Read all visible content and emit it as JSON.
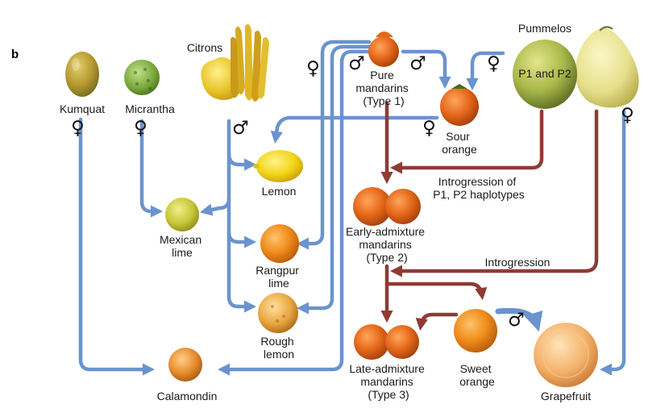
{
  "panel_letter": "b",
  "symbols": {
    "female": "♀",
    "male": "♂"
  },
  "colors": {
    "maternal_arrow": "#6a93cf",
    "admixture_arrow": "#8e3b34",
    "orange": "#f08c1c",
    "lemon": "#f2d418",
    "lime": "#c8c63a",
    "pummelo": "#a9b84a"
  },
  "labels": {
    "kumquat": "Kumquat",
    "micrantha": "Micrantha",
    "citrons": "Citrons",
    "pure_mandarins": [
      "Pure",
      "mandarins",
      "(Type 1)"
    ],
    "pummelos": "Pummelos",
    "pummelo_variants": "P1 and P2",
    "sour_orange": [
      "Sour",
      "orange"
    ],
    "lemon": "Lemon",
    "introgression_p1p2": [
      "Introgression of",
      "P1, P2 haplotypes"
    ],
    "mexican_lime": [
      "Mexican",
      "lime"
    ],
    "early_admixture": [
      "Early-admixture",
      "mandarins",
      "(Type 2)"
    ],
    "rangpur_lime": [
      "Rangpur",
      "lime"
    ],
    "introgression": "Introgression",
    "rough_lemon": [
      "Rough",
      "lemon"
    ],
    "late_admixture": [
      "Late-admixture",
      "mandarins",
      "(Type 3)"
    ],
    "sweet_orange": [
      "Sweet",
      "orange"
    ],
    "grapefruit": "Grapefruit",
    "calamondin": "Calamondin"
  }
}
